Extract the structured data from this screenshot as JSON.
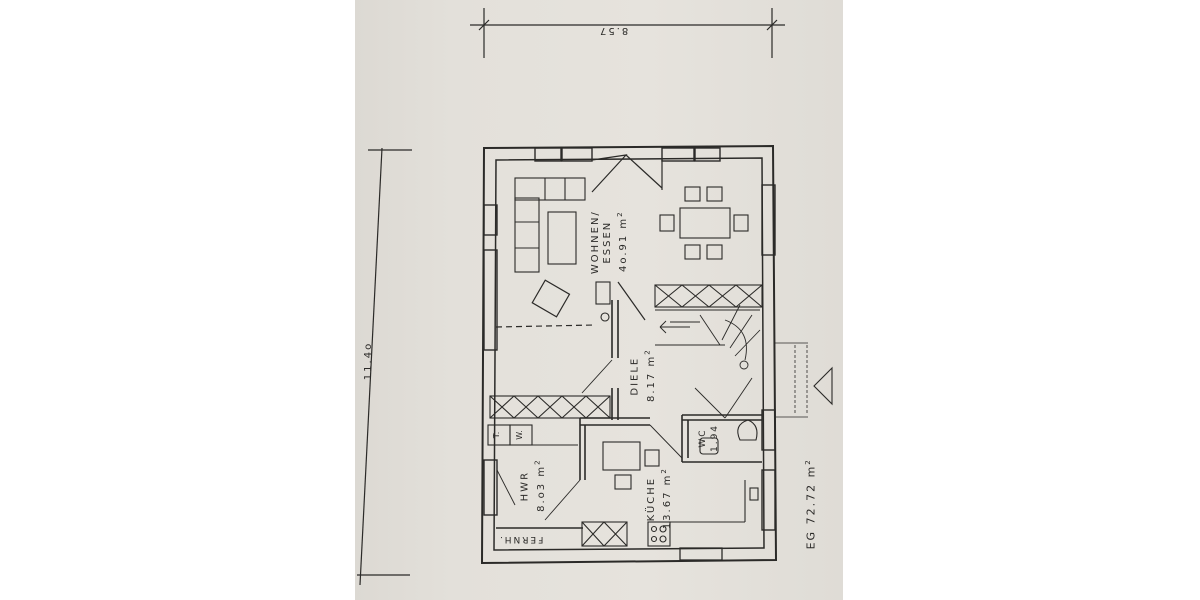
{
  "drawing": {
    "type": "floor plan",
    "floor_label": "EG",
    "total_area": "72.72 m",
    "total_area_unit_sup": "2",
    "dimensions": {
      "width": "8.57",
      "depth": "11.4o"
    },
    "colors": {
      "paper": "#e3e0da",
      "ink": "#2b2a28",
      "background": "#ffffff"
    }
  },
  "rooms": [
    {
      "id": "wohnen-essen",
      "name_line1": "WOHNEN/",
      "name_line2": "ESSEN",
      "area": "4o.91 m",
      "sup": "2"
    },
    {
      "id": "diele",
      "name_line1": "DIELE",
      "area": "8.17 m",
      "sup": "2"
    },
    {
      "id": "wc",
      "name_line1": "WC",
      "area": "1.94"
    },
    {
      "id": "hwr",
      "name_line1": "HWR",
      "area": "8.o3 m",
      "sup": "2"
    },
    {
      "id": "kueche",
      "name_line1": "KÜCHE",
      "area": "13.67 m",
      "sup": "2"
    }
  ],
  "appliances": {
    "dryer": "T.",
    "washer": "W.",
    "heating": "FERNH."
  }
}
